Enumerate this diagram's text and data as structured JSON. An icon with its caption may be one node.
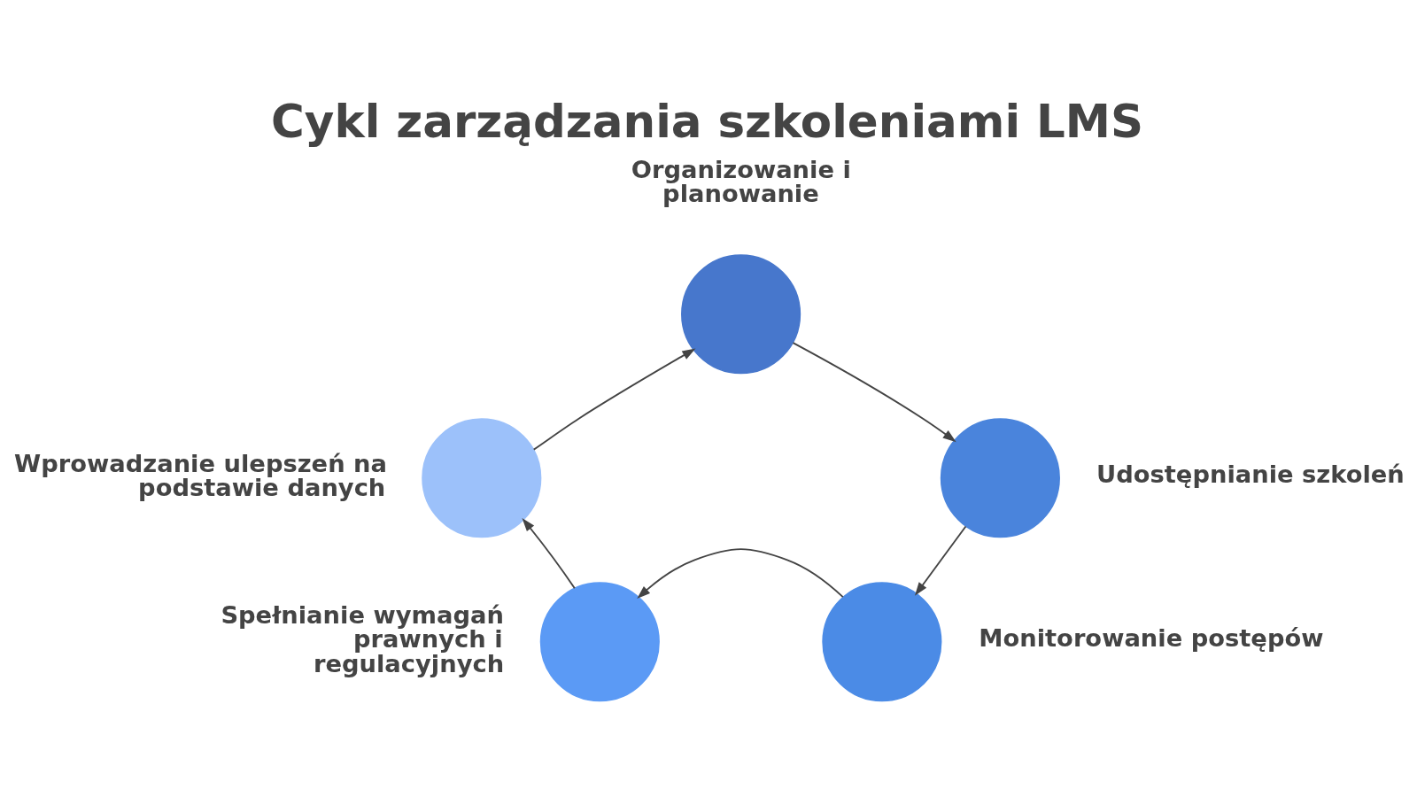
{
  "diagram": {
    "title": "Cykl zarządzania szkoleniami LMS",
    "nodes": [
      {
        "text": [],
        "shape": "circle",
        "beside": [
          "Organizowanie i planowanie"
        ]
      },
      {
        "text": [],
        "shape": "circle",
        "beside": [
          "Udostępnianie szkoleń"
        ]
      },
      {
        "text": [],
        "shape": "circle",
        "beside": [
          "Monitorowanie postępów"
        ]
      },
      {
        "text": [],
        "shape": "circle",
        "beside": [
          "Spełnianie wymagań prawnych i regulacyjnych"
        ]
      },
      {
        "text": [],
        "shape": "circle",
        "beside": [
          "Wprowadzanie ulepszeń na podstawie danych"
        ]
      }
    ],
    "edges": [
      {
        "from": 0,
        "to": 1,
        "arrow": "to"
      },
      {
        "from": 1,
        "to": 2,
        "arrow": "to"
      },
      {
        "from": 2,
        "to": 3,
        "arrow": "to"
      },
      {
        "from": 3,
        "to": 4,
        "arrow": "to"
      },
      {
        "from": 4,
        "to": 0,
        "arrow": "to"
      }
    ]
  }
}
